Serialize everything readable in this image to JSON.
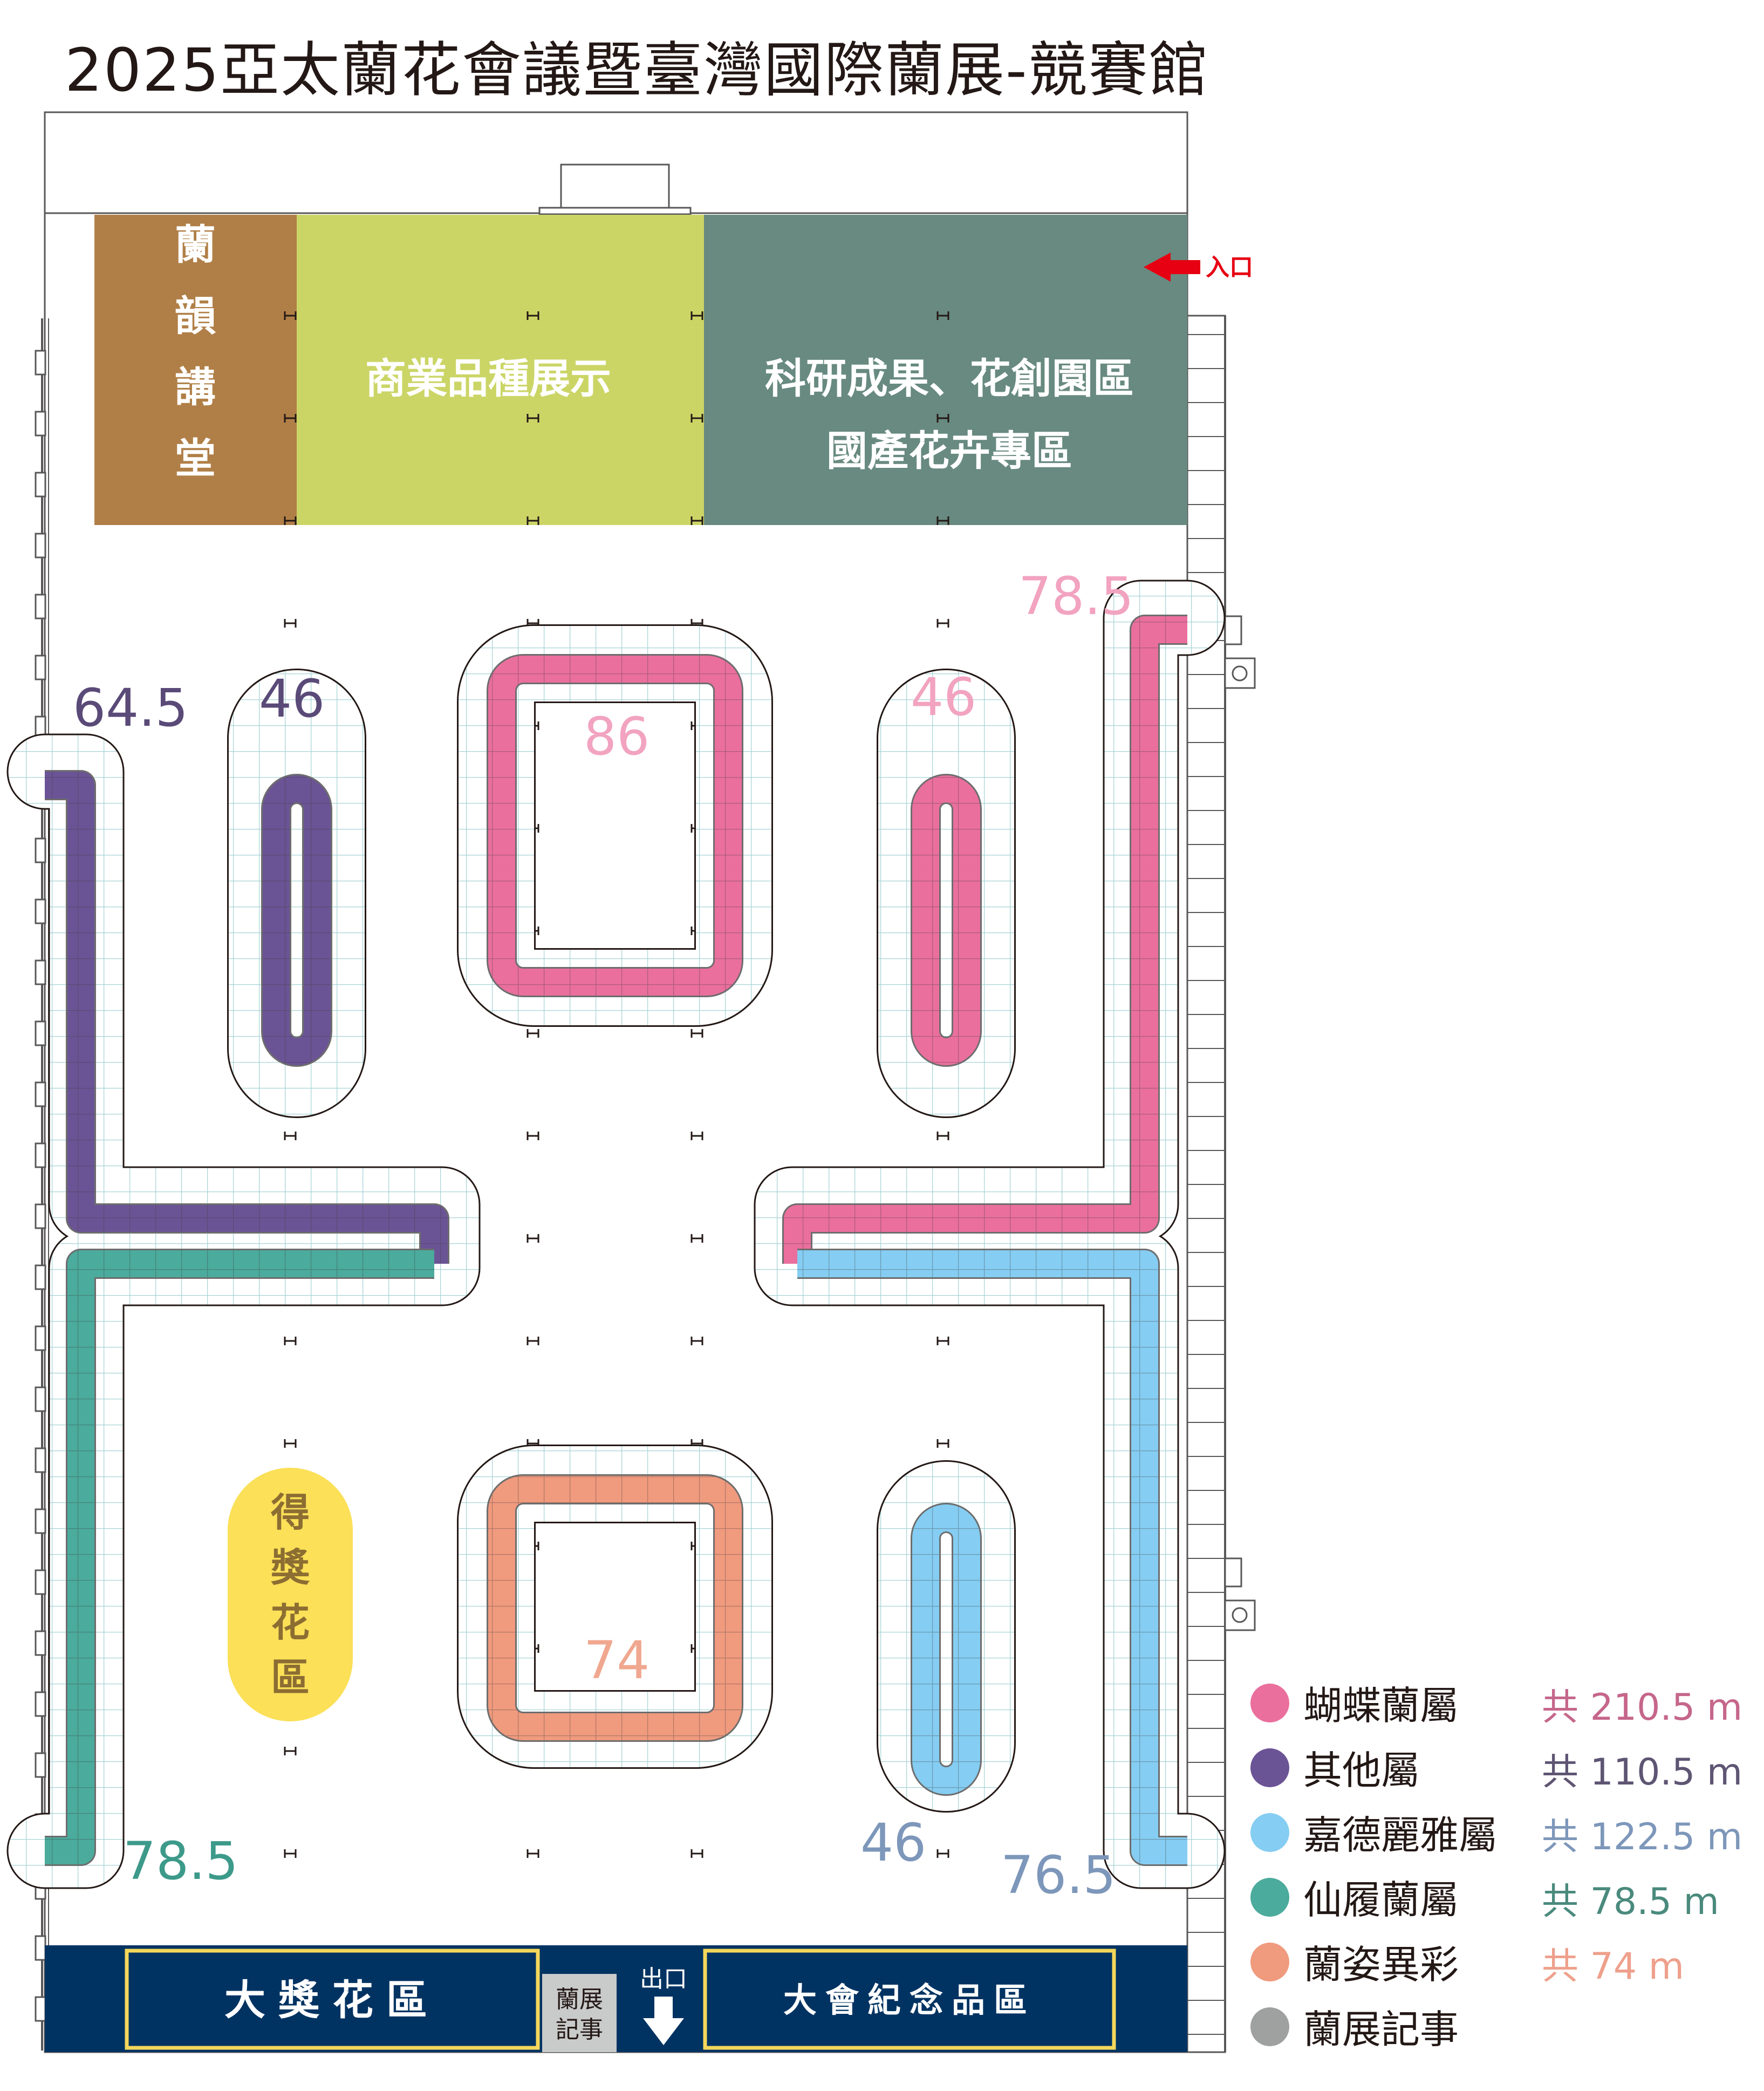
{
  "title": "2025亞太蘭花會議暨臺灣國際蘭展-競賽館",
  "colors": {
    "phalaenopsis": "#ea6f9d",
    "others": "#6b5495",
    "cattleya": "#85cdf2",
    "paphiopedilum": "#4bab9c",
    "orchid_art": "#f09a7e",
    "journal": "#9fa0a0",
    "lecture": "#b07f47",
    "commercial": "#cbd566",
    "research": "#688a80",
    "award": "#fbe058",
    "navy": "#003362",
    "frame_gold": "#f5d75b",
    "grid": "#a7d3d6",
    "wall": "#595757"
  },
  "zones": {
    "lecture": "蘭韻講堂",
    "commercial": "商業品種展示",
    "research_line1": "科研成果、花創園區",
    "research_line2": "國產花卉專區",
    "award_zone": "得獎花區",
    "big_award": "大獎花區",
    "souvenir": "大會紀念品區",
    "journal": "蘭展記事"
  },
  "markers": {
    "entrance": "入口",
    "exit": "出口"
  },
  "segments": {
    "others_left": "64.5",
    "others_island": "46",
    "center_top": "86",
    "phal_island": "46",
    "phal_right": "78.5",
    "paph_left": "78.5",
    "center_bottom": "74",
    "cattleya_island": "46",
    "cattleya_right": "76.5"
  },
  "legend": [
    {
      "name": "蝴蝶蘭屬",
      "total": "共 210.5 m",
      "color": "#ea6f9d",
      "total_color": "#c5668a"
    },
    {
      "name": "其他屬",
      "total": "共  110.5 m",
      "color": "#6b5495",
      "total_color": "#5e5573"
    },
    {
      "name": "嘉德麗雅屬",
      "total": "共  122.5 m",
      "color": "#85cdf2",
      "total_color": "#7d97ba"
    },
    {
      "name": "仙履蘭屬",
      "total": "共  78.5 m",
      "color": "#4bab9c",
      "total_color": "#4a8a7d"
    },
    {
      "name": "蘭姿異彩",
      "total": "共 74 m",
      "color": "#f09a7e",
      "total_color": "#eea08c"
    },
    {
      "name": "蘭展記事",
      "total": "",
      "color": "#9fa0a0",
      "total_color": "#9fa0a0"
    }
  ]
}
